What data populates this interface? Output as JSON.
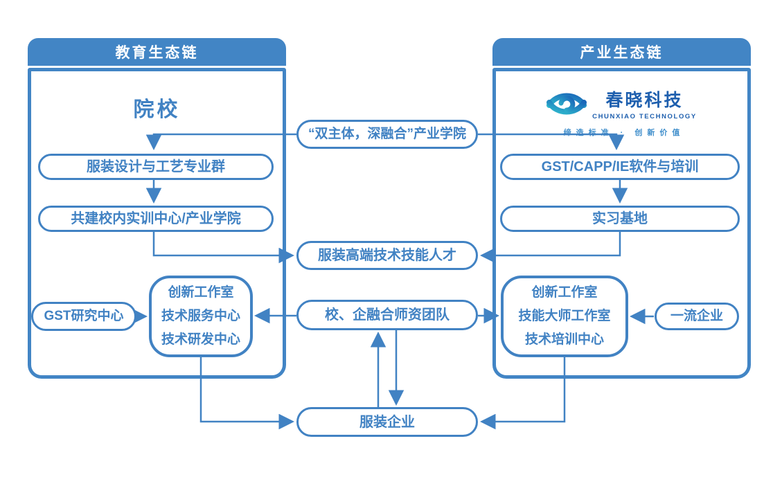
{
  "colors": {
    "primary": "#4182c3",
    "panel_header_fill": "#4285c5",
    "header_text": "#ffffff",
    "logo_text_blue": "#1e5fae",
    "logo_gradient_teal": "#2fb8cd",
    "logo_gradient_blue": "#1a67b9",
    "tagline_blue": "#3f8ecb"
  },
  "left_panel": {
    "header": "教育生态链",
    "title": "院校",
    "box_major_group": "服装设计与工艺专业群",
    "box_training_center": "共建校内实训中心/产业学院",
    "pill_gst_research": "GST研究中心",
    "centers": {
      "line1": "创新工作室",
      "line2": "技术服务中心",
      "line3": "技术研发中心"
    }
  },
  "right_panel": {
    "header": "产业生态链",
    "logo": {
      "cn": "春晓科技",
      "en": "CHUNXIAO TECHNOLOGY",
      "tagline": "缔造标准 · 创新价值"
    },
    "box_software": "GST/CAPP/IE软件与培训",
    "box_internship": "实习基地",
    "pill_enterprise": "一流企业",
    "centers": {
      "line1": "创新工作室",
      "line2": "技能大师工作室",
      "line3": "技术培训中心"
    }
  },
  "middle": {
    "industry_college": "“双主体，深融合”产业学院",
    "talent": "服装高端技术技能人才",
    "teacher_team": "校、企融合师资团队",
    "garment_enterprise": "服装企业"
  }
}
